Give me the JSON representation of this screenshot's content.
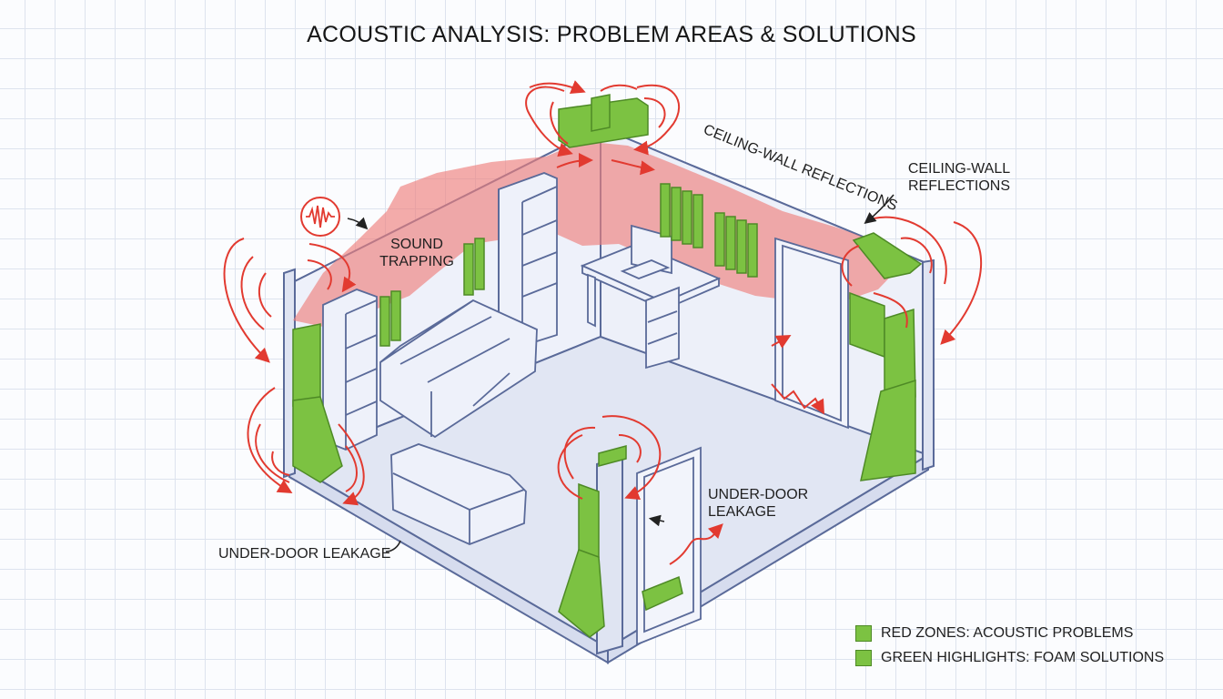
{
  "title": "ACOUSTIC ANALYSIS: PROBLEM AREAS & SOLUTIONS",
  "labels": {
    "sound_trapping": [
      "SOUND",
      "TRAPPING"
    ],
    "ceiling_wall_diagonal": "CEILING-WALL REFLECTIONS",
    "ceiling_wall_right": [
      "CEILING-WALL",
      "REFLECTIONS"
    ],
    "under_door_leakage_left": "UNDER-DOOR LEAKAGE",
    "under_door_leakage_center": [
      "UNDER-DOOR",
      "LEAKAGE"
    ]
  },
  "legend": [
    {
      "text": "RED ZONES: ACOUSTIC PROBLEMS",
      "color": "#7cc242"
    },
    {
      "text": "GREEN HIGHLIGHTS: FOAM SOLUTIONS",
      "color": "#7cc242"
    }
  ],
  "colors": {
    "problem_red": "#e23a30",
    "problem_fill": "#ee7f7d",
    "foam_green": "#7cc242",
    "wall_fill": "#e8ecf7",
    "line_blue": "#5a6a99"
  }
}
